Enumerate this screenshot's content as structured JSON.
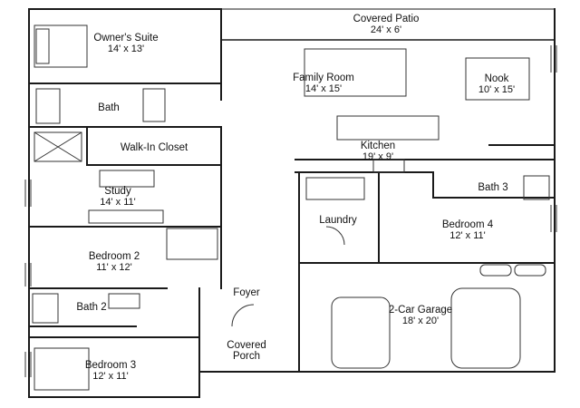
{
  "colors": {
    "wall": "#1a1a1a",
    "fixture": "#333333",
    "background": "#ffffff"
  },
  "rooms": {
    "covered_patio": {
      "name": "Covered Patio",
      "dim": "24' x 6'"
    },
    "owners_suite": {
      "name": "Owner's Suite",
      "dim": "14' x 13'"
    },
    "family_room": {
      "name": "Family Room",
      "dim": "14' x 15'"
    },
    "nook": {
      "name": "Nook",
      "dim": "10' x 15'"
    },
    "bath": {
      "name": "Bath"
    },
    "walk_in_closet": {
      "name": "Walk-In Closet"
    },
    "kitchen": {
      "name": "Kitchen",
      "dim": "19' x 9'"
    },
    "bath3": {
      "name": "Bath 3"
    },
    "study": {
      "name": "Study",
      "dim": "14' x 11'"
    },
    "laundry": {
      "name": "Laundry"
    },
    "bedroom4": {
      "name": "Bedroom 4",
      "dim": "12' x 11'"
    },
    "bedroom2": {
      "name": "Bedroom 2",
      "dim": "11' x 12'"
    },
    "foyer": {
      "name": "Foyer"
    },
    "bath2": {
      "name": "Bath 2"
    },
    "garage": {
      "name": "2-Car Garage",
      "dim": "18' x 20'"
    },
    "covered_porch": {
      "name": "Covered",
      "name2": "Porch"
    },
    "bedroom3": {
      "name": "Bedroom 3",
      "dim": "12' x 11'"
    }
  }
}
